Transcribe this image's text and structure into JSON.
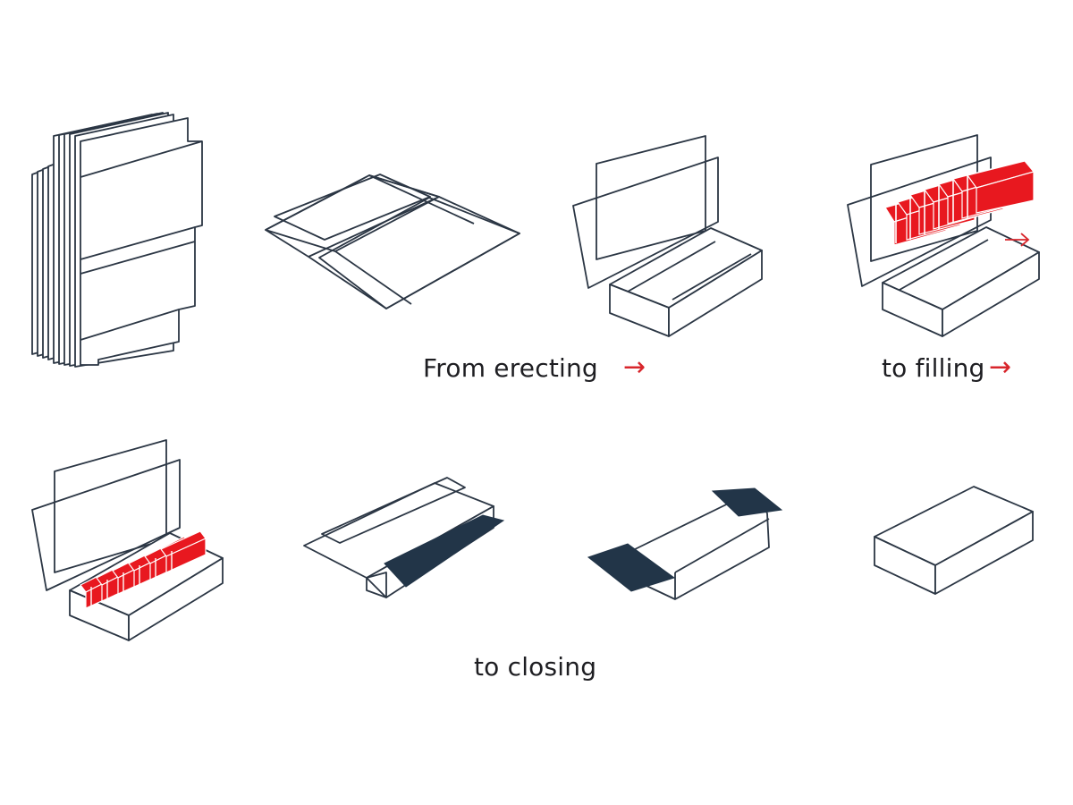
{
  "colors": {
    "line": "#2b3644",
    "product_red": "#e8181f",
    "dark_flap": "#223548",
    "arrow_red": "#d8262c",
    "text": "#1e1e22"
  },
  "icons": {
    "arrow": "right-arrow-icon"
  },
  "labels": {
    "from_erecting": "From erecting",
    "to_filling": "to filling",
    "to_closing": "to closing",
    "arrow_glyph": "→"
  }
}
